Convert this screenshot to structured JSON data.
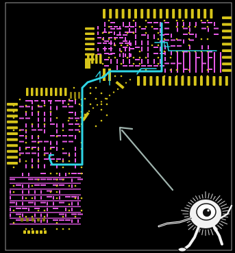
{
  "scene": {
    "background_color": "#000000",
    "board_outline_color": "#9a9a9a",
    "pad_color": "#d6c41a",
    "pad_color_dim": "#8a7d10",
    "silk_color": "#e65ae6",
    "route_color": "#2fd6e6",
    "via_color": "#d6c41a",
    "arrow_color": "#9fb3ad",
    "mascot_body": "#f2f2f2",
    "mascot_dark": "#111111"
  },
  "cursor": {
    "icon": "arrow-pointer",
    "direction": "up-left"
  },
  "mascot": {
    "icon": "one-eyed-creature"
  }
}
